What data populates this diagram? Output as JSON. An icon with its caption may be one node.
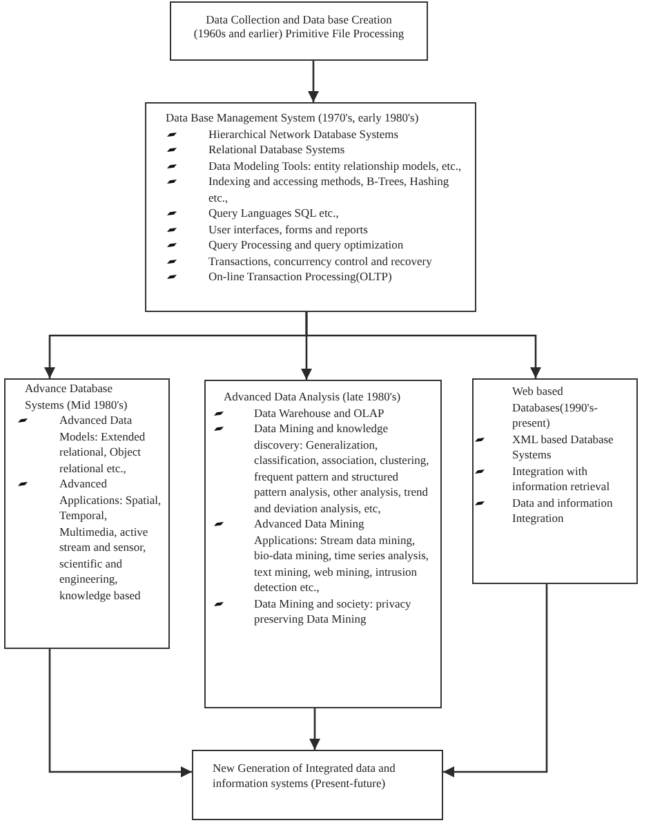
{
  "diagram": {
    "nodes": [
      {
        "text": [
          "Data Collection and Data base Creation (1960s and earlier) Primitive File Processing"
        ]
      },
      {
        "text": [
          "Data Base Management System (1970's, early 1980's)",
          "Hierarchical Network Database Systems",
          "Relational Database Systems",
          "Data Modeling Tools: entity relationship models, etc.,",
          "Indexing and accessing methods, B-Trees, Hashing etc.,",
          "Query Languages SQL etc.,",
          "User interfaces, forms and reports",
          "Query Processing and query optimization",
          "Transactions, concurrency control and recovery",
          "On-line Transaction Processing(OLTP)"
        ]
      },
      {
        "text": [
          "Advance Database Systems (Mid 1980's)",
          "Advanced Data Models: Extended relational, Object relational etc.,",
          "Advanced Applications: Spatial, Temporal, Multimedia, active stream and sensor, scientific and engineering, knowledge based"
        ]
      },
      {
        "text": [
          "Advanced Data Analysis (late 1980's)",
          "Data Warehouse and OLAP",
          "Data Mining and knowledge discovery: Generalization, classification, association, clustering, frequent pattern and structured pattern analysis, other analysis, trend and deviation analysis, etc,",
          "Advanced Data Mining Applications: Stream data mining, bio-data mining, time series analysis, text mining, web mining, intrusion detection etc.,",
          "Data Mining and society: privacy preserving Data Mining"
        ]
      },
      {
        "text": [
          "Web based Databases(1990's-present)",
          "XML based Database Systems",
          "Integration with information retrieval",
          "Data and information Integration"
        ]
      },
      {
        "text": [
          "New Generation of Integrated data and information systems (Present-future)"
        ]
      }
    ],
    "edges": [
      {
        "from": 0,
        "to": 1,
        "arrow": "to"
      },
      {
        "from": 1,
        "to": 2,
        "arrow": "to"
      },
      {
        "from": 1,
        "to": 3,
        "arrow": "to"
      },
      {
        "from": 1,
        "to": 4,
        "arrow": "to"
      },
      {
        "from": 2,
        "to": 5,
        "arrow": "to"
      },
      {
        "from": 3,
        "to": 5,
        "arrow": "to"
      },
      {
        "from": 4,
        "to": 5,
        "arrow": "to"
      }
    ]
  }
}
